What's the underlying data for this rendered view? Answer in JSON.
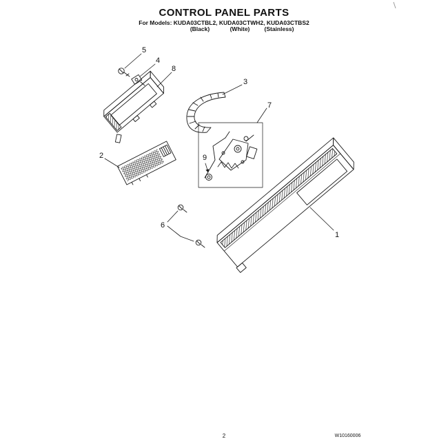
{
  "page": {
    "title": "CONTROL PANEL PARTS",
    "models_line": "For Models: KUDA03CTBL2, KUDA03CTWH2, KUDA03CTBS2",
    "color_labels": [
      "(Black)",
      "(White)",
      "(Stainless)"
    ],
    "page_number": "2",
    "doc_number": "W10160006",
    "ink_color": "#1a1a1a"
  },
  "callouts": {
    "c1": "1",
    "c2": "2",
    "c3": "3",
    "c4": "4",
    "c5": "5",
    "c6": "6",
    "c7": "7",
    "c8": "8",
    "c9": "9"
  }
}
